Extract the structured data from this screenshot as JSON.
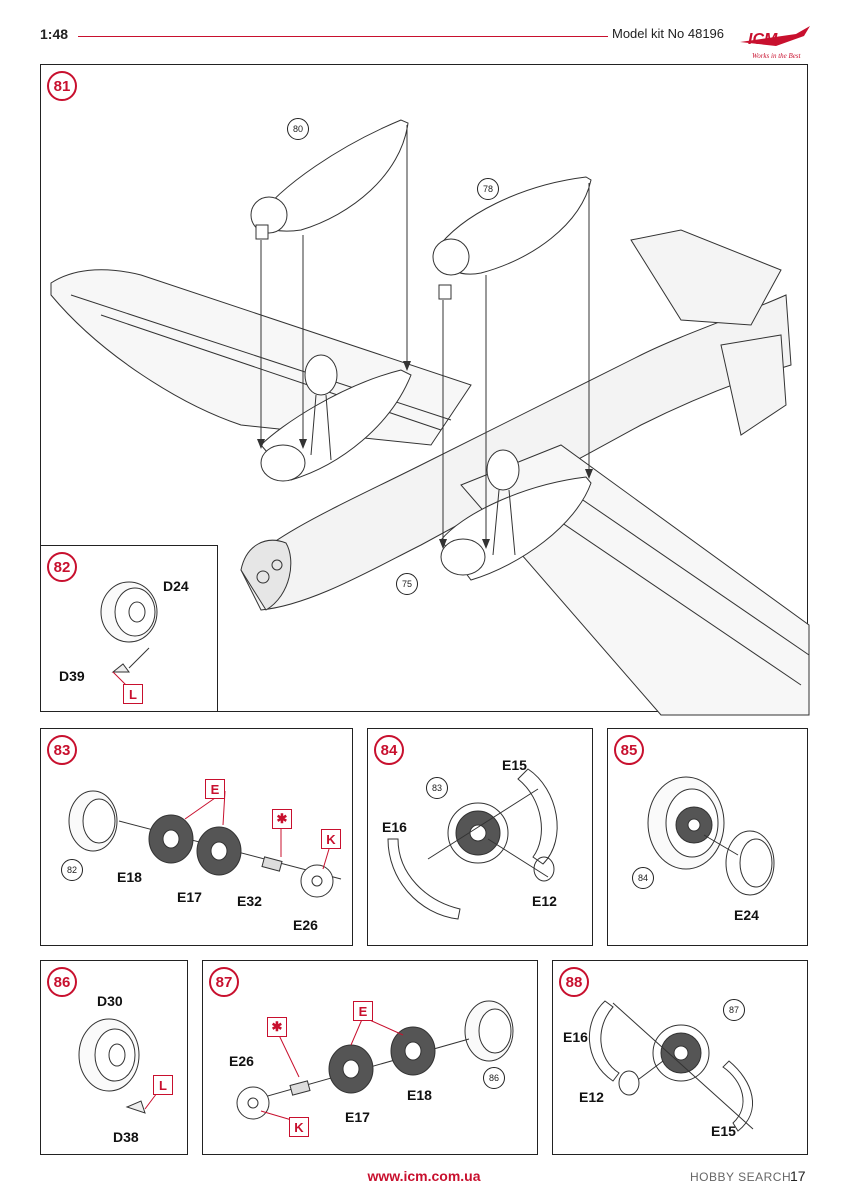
{
  "header": {
    "scale": "1:48",
    "kit": "Model kit No 48196",
    "logo_text": "ICM",
    "logo_tagline": "Works in the Best"
  },
  "steps": {
    "s81": {
      "num": "81",
      "refs": [
        "80",
        "78",
        "75"
      ]
    },
    "s82": {
      "num": "82",
      "parts": [
        "D24",
        "D39"
      ],
      "paint": "L"
    },
    "s83": {
      "num": "83",
      "ref": "82",
      "parts": [
        "E18",
        "E17",
        "E32",
        "E26"
      ],
      "paint": [
        "E",
        "K"
      ]
    },
    "s84": {
      "num": "84",
      "ref": "83",
      "parts": [
        "E15",
        "E16",
        "E12"
      ]
    },
    "s85": {
      "num": "85",
      "ref": "84",
      "parts": [
        "E24"
      ]
    },
    "s86": {
      "num": "86",
      "parts": [
        "D30",
        "D38"
      ],
      "paint": "L"
    },
    "s87": {
      "num": "87",
      "ref": "86",
      "parts": [
        "E26",
        "E17",
        "E18"
      ],
      "paint": [
        "E",
        "K"
      ]
    },
    "s88": {
      "num": "88",
      "ref": "87",
      "parts": [
        "E16",
        "E12",
        "E15"
      ]
    }
  },
  "footer": {
    "url": "www.icm.com.ua",
    "page": "17",
    "watermark": "HOBBY SEARCH"
  }
}
